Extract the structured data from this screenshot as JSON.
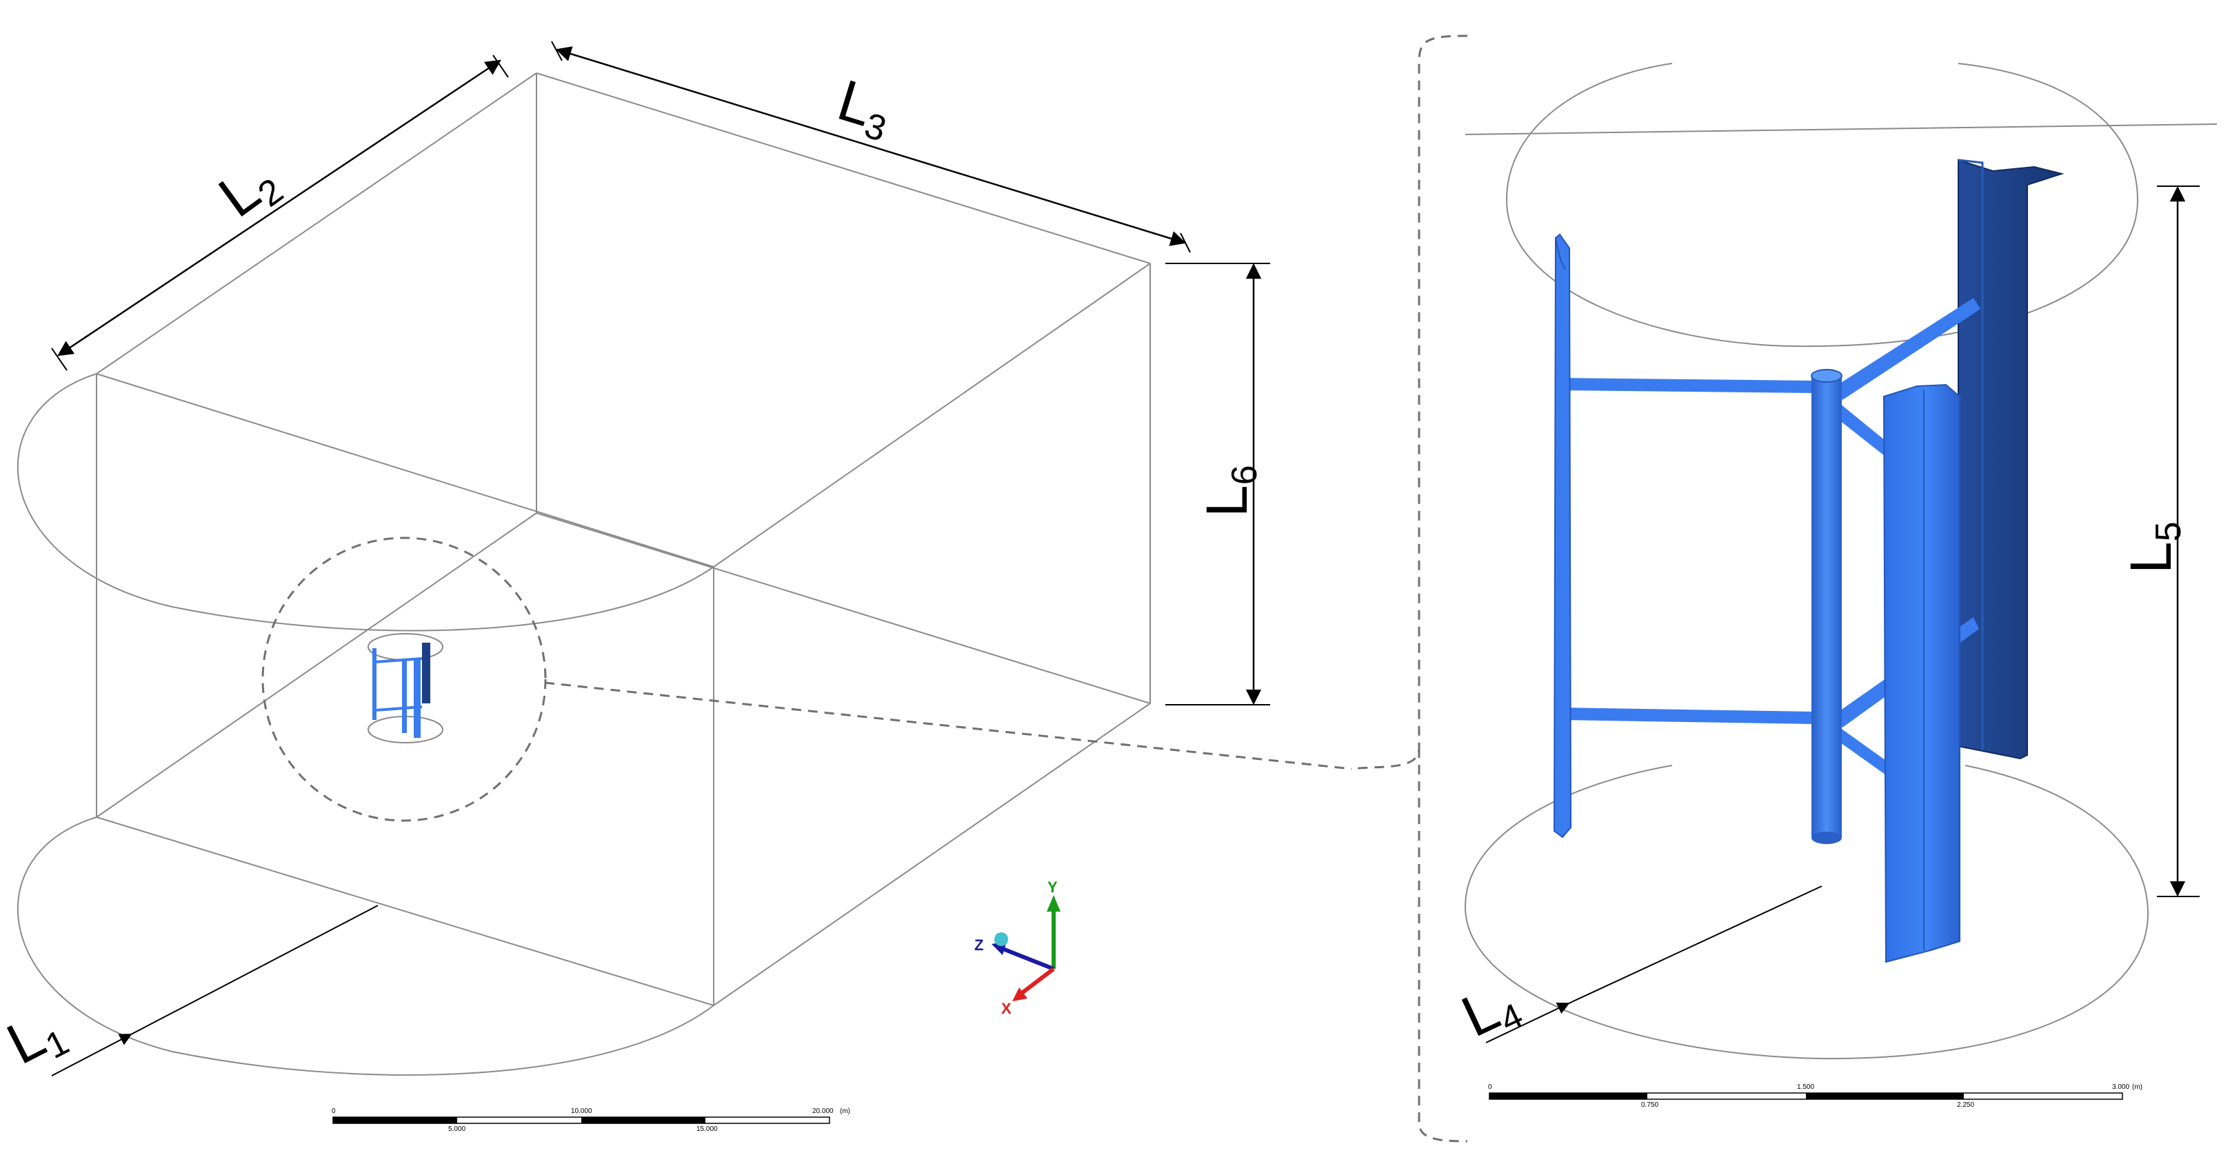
{
  "dimensions": {
    "L1": {
      "main": "L",
      "sub": "1"
    },
    "L2": {
      "main": "L",
      "sub": "2"
    },
    "L3": {
      "main": "L",
      "sub": "3"
    },
    "L4": {
      "main": "L",
      "sub": "4"
    },
    "L5": {
      "main": "L",
      "sub": "5"
    },
    "L6": {
      "main": "L",
      "sub": "6"
    }
  },
  "triad": {
    "x_label": "X",
    "y_label": "Y",
    "z_label": "Z",
    "x_color": "#e02020",
    "y_color": "#1a9a1a",
    "z_color": "#1a1aa0",
    "origin_color": "#40c0d0"
  },
  "scale_left": {
    "top_labels": [
      "0",
      "10.000",
      "20.000"
    ],
    "unit": "(m)",
    "bottom_labels": [
      "5.000",
      "15.000"
    ]
  },
  "scale_right": {
    "top_labels": [
      "0",
      "1.500",
      "3.000"
    ],
    "unit": "(m)",
    "bottom_labels": [
      "0.750",
      "2.250"
    ]
  },
  "colors": {
    "turbine_blue": "#3a7cf0",
    "blade_dark": "#1c3f85",
    "outline": "#8a8a8a"
  }
}
